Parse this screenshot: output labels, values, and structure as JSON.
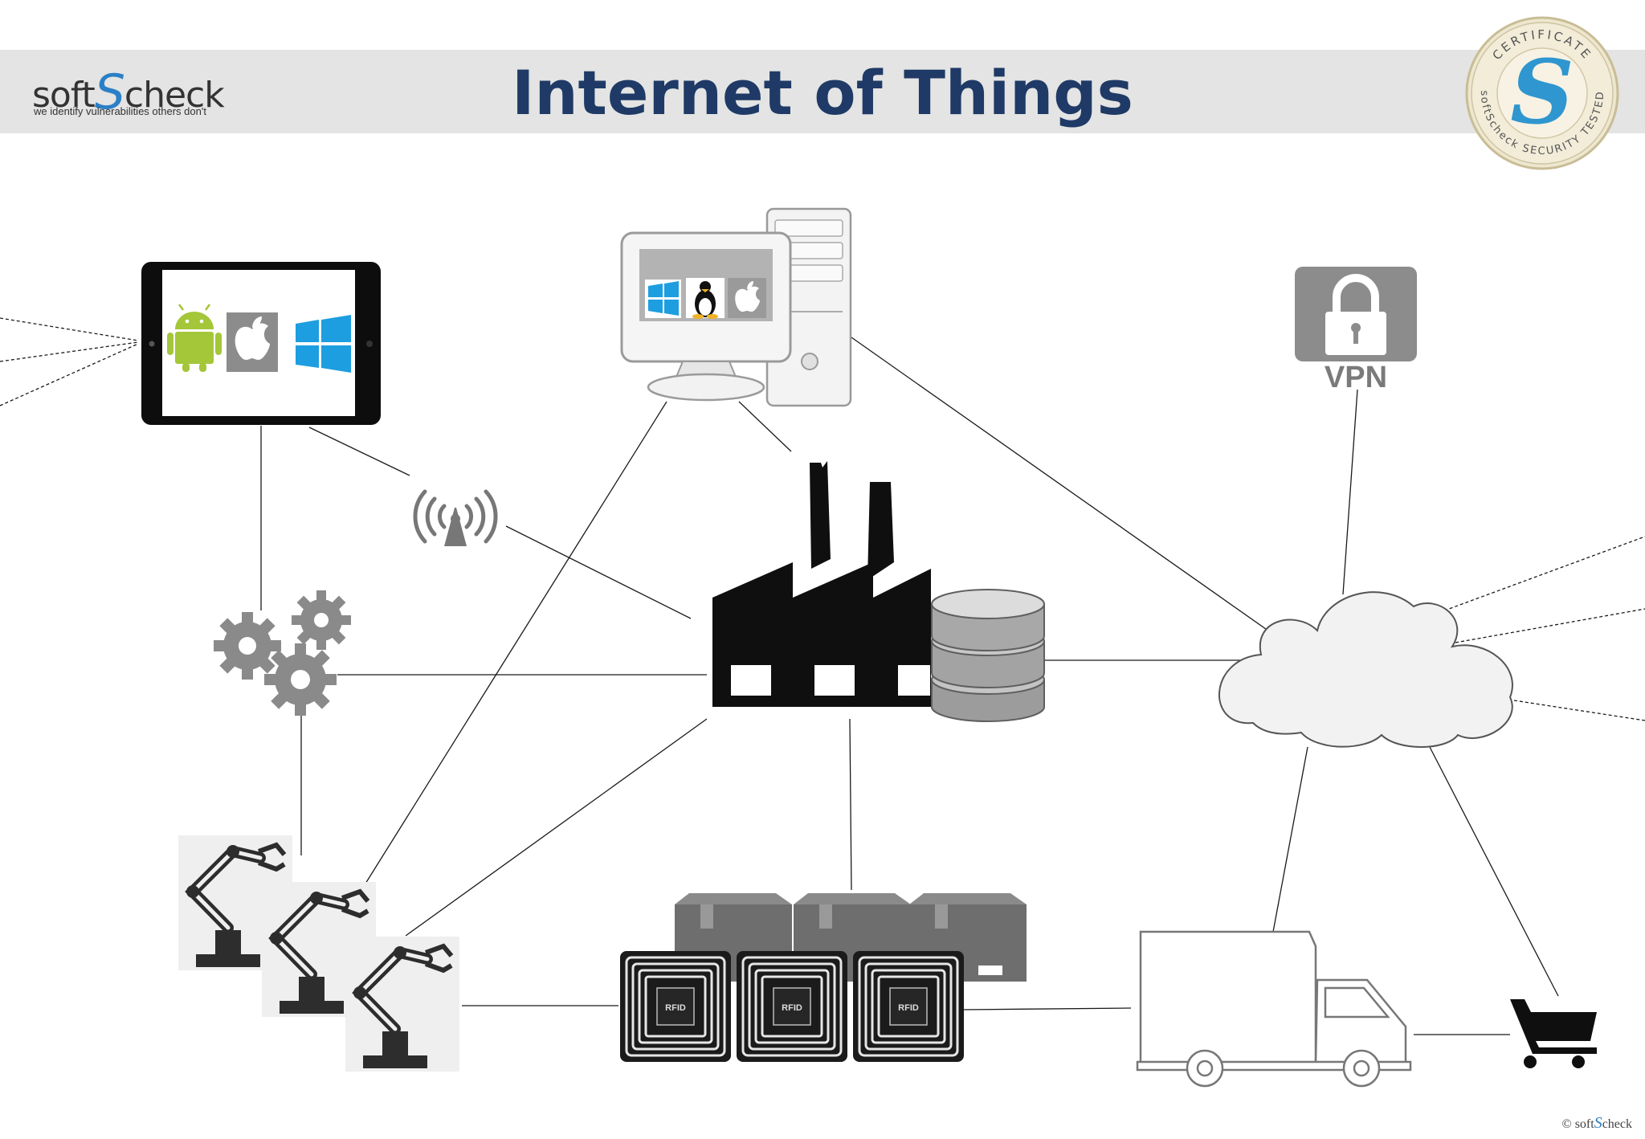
{
  "header": {
    "title": "Internet of Things",
    "logo_text_pre": "soft",
    "logo_text_s": "S",
    "logo_text_post": "check",
    "logo_tagline": "we identify vulnerabilities others don't",
    "accent_color": "#1f3a66",
    "band_color": "#e3e4e3"
  },
  "seal": {
    "top_text": "CERTIFICATE",
    "bottom_text": "softScheck SECURITY TESTED",
    "letter": "S"
  },
  "nodes": {
    "tablet": {
      "icon": "tablet-icon",
      "os_icons": [
        "android-icon",
        "apple-icon",
        "windows-icon"
      ]
    },
    "desktop": {
      "icon": "desktop-computer-icon",
      "os_icons": [
        "windows-icon",
        "linux-icon",
        "apple-icon"
      ]
    },
    "vpn": {
      "icon": "padlock-icon",
      "label": "VPN"
    },
    "antenna": {
      "icon": "wireless-antenna-icon"
    },
    "gears": {
      "icon": "gears-icon"
    },
    "factory": {
      "icon": "factory-icon"
    },
    "database": {
      "icon": "database-icon"
    },
    "cloud": {
      "icon": "cloud-icon"
    },
    "robots": {
      "icon": "robot-arm-icon",
      "count": 3
    },
    "boxes": {
      "icon": "box-icon",
      "count": 3
    },
    "rfid": {
      "icon": "rfid-tag-icon",
      "label": "RFID",
      "count": 3
    },
    "truck": {
      "icon": "delivery-truck-icon"
    },
    "cart": {
      "icon": "shopping-cart-icon"
    }
  },
  "footer": {
    "copyright": "©",
    "brand_pre": "soft",
    "brand_s": "S",
    "brand_post": "check"
  }
}
